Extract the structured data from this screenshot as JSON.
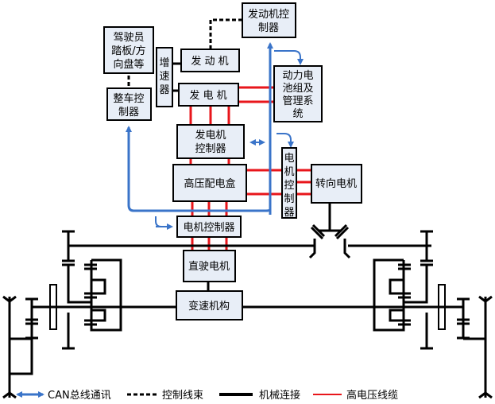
{
  "title": "串联式混合动力系统结构示意图",
  "colors": {
    "can": "#3a74c9",
    "control": "#000000",
    "mechanical": "#000000",
    "high_voltage": "#e8161b",
    "box_fill": "#e8eef7"
  },
  "components": {
    "engine_controller": [
      "发动机控",
      "制器"
    ],
    "driver_input": [
      "驾驶员",
      "踏板/方",
      "向盘等"
    ],
    "vehicle_controller": [
      "整车控",
      "制器"
    ],
    "gearbox_up": [
      "增",
      "速",
      "器"
    ],
    "engine": "发 动 机",
    "generator": "发 电 机",
    "battery": [
      "动力电",
      "池组及",
      "管理系",
      "统"
    ],
    "generator_controller": [
      "发电机",
      "控制器"
    ],
    "hv_distribution": "高压配电盒",
    "steering_motor_controller": [
      "电",
      "机",
      "控",
      "制",
      "器"
    ],
    "steering_motor": "转向电机",
    "motor_controller": "电机控制器",
    "direct_drive_motor": "直驶电机",
    "transmission": "变速机构"
  },
  "legend": [
    {
      "label": "CAN总线通讯",
      "type": "can"
    },
    {
      "label": "控制线束",
      "type": "control"
    },
    {
      "label": "机械连接",
      "type": "mechanical"
    },
    {
      "label": "高电压线缆",
      "type": "high_voltage"
    }
  ]
}
